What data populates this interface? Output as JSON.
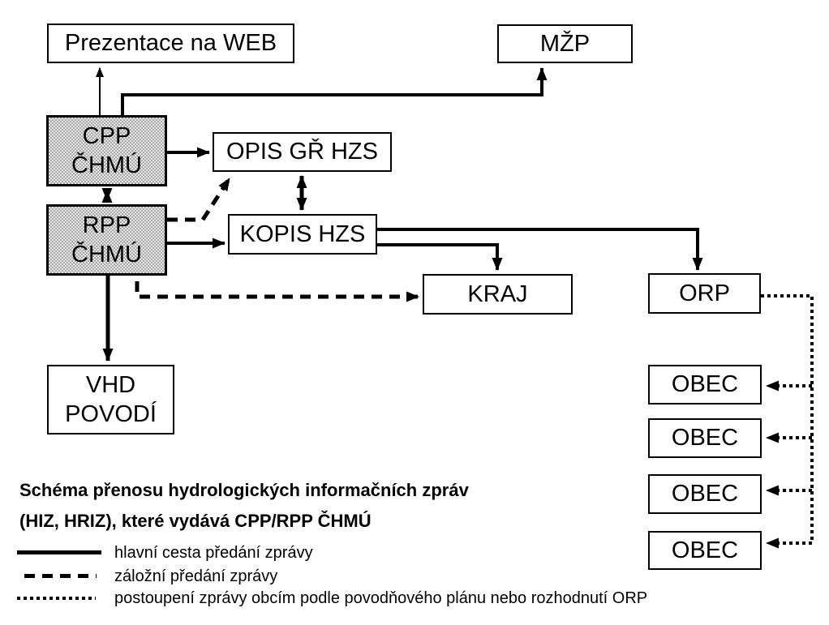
{
  "title": {
    "line1": "Schéma přenosu hydrologických informačních zpráv",
    "line2": "(HIZ, HRIZ), které vydává CPP/RPP ČHMÚ"
  },
  "nodes": {
    "web": "Prezentace na WEB",
    "mzp": "MŽP",
    "cpp": {
      "line1": "CPP",
      "line2": "ČHMÚ"
    },
    "rpp": {
      "line1": "RPP",
      "line2": "ČHMÚ"
    },
    "opis": "OPIS GŘ HZS",
    "kopis": "KOPIS HZS",
    "kraj": "KRAJ",
    "orp": "ORP",
    "vhd": {
      "line1": "VHD",
      "line2": "POVODÍ"
    },
    "obec": [
      "OBEC",
      "OBEC",
      "OBEC",
      "OBEC"
    ]
  },
  "legend": [
    {
      "style": "solid",
      "label": "hlavní cesta předání zprávy"
    },
    {
      "style": "dashed",
      "label": "záložní předání zprávy"
    },
    {
      "style": "dotted",
      "label": "postoupení zprávy obcím podle povodňového plánu nebo rozhodnutí ORP"
    }
  ],
  "colors": {
    "line": "#000000",
    "node_border": "#000000",
    "node_fill": "#ffffff",
    "gray_node_fill": "#cccccc",
    "background": "#ffffff"
  }
}
